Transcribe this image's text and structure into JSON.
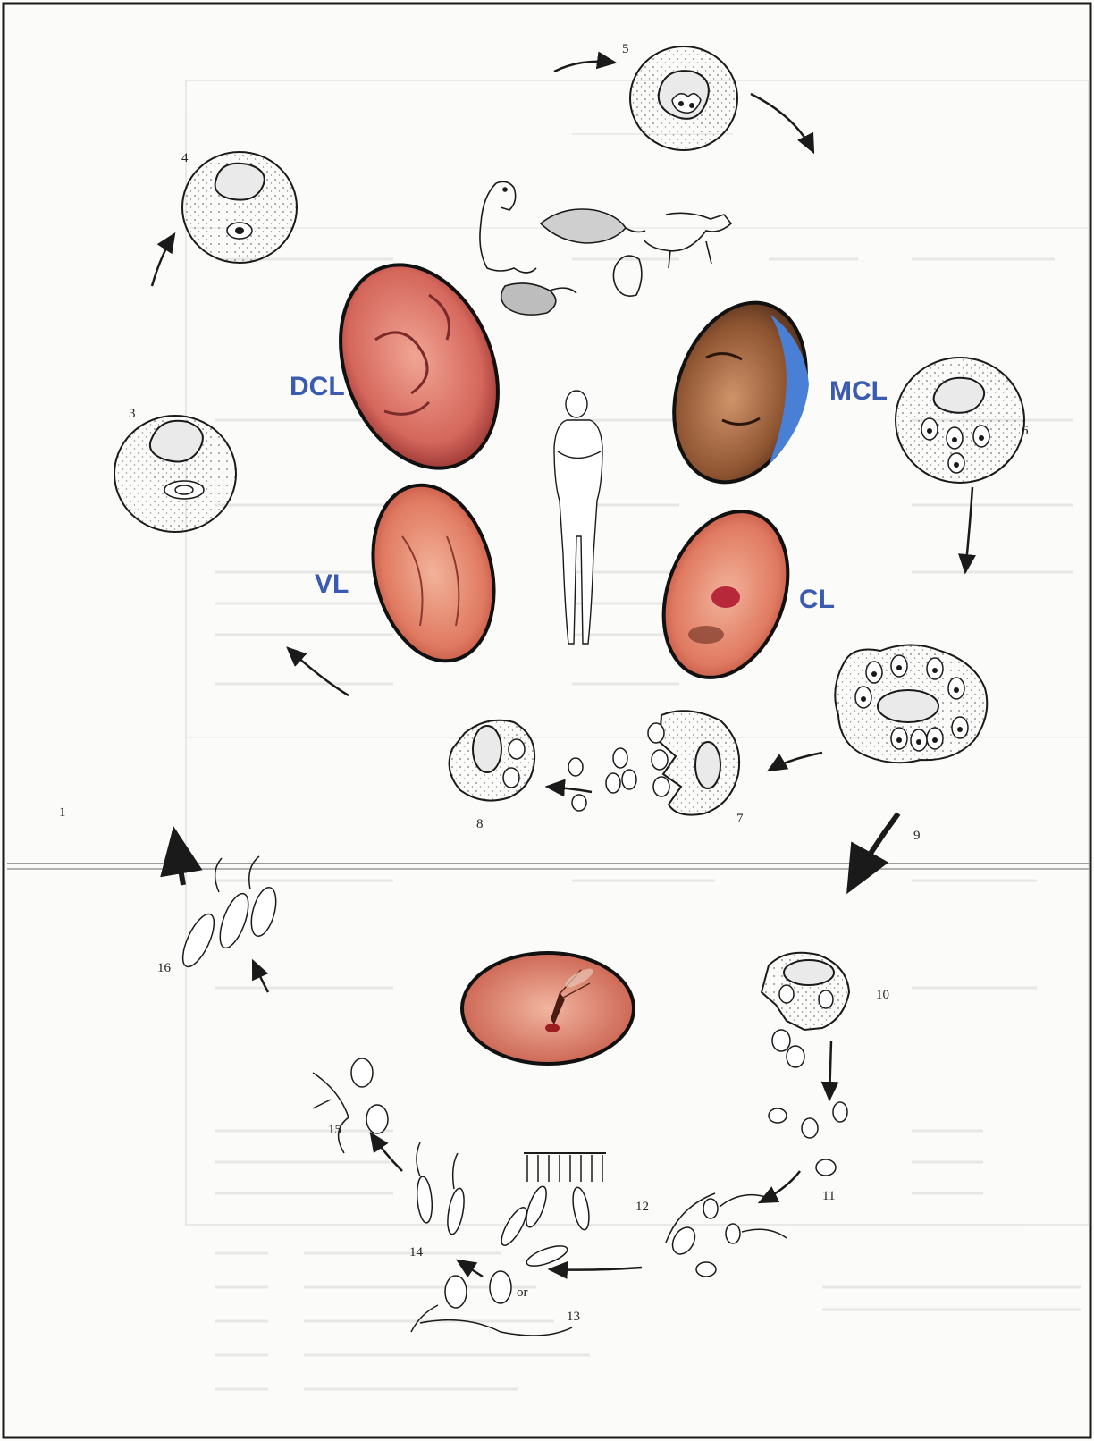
{
  "stage_labels": [
    "1",
    "3",
    "4",
    "5",
    "6",
    "7",
    "8",
    "9",
    "10",
    "11",
    "12",
    "13",
    "14",
    "15",
    "16"
  ],
  "or_label": "or",
  "clinical_forms": {
    "dcl": "DCL",
    "mcl": "MCL",
    "vl": "VL",
    "cl": "CL"
  },
  "colors": {
    "clinical_label": "#3a5bb0",
    "line": "#1a1a1a",
    "photo_skin": "#d9776b"
  },
  "icons": [
    "macrophage-icon",
    "amastigote-icon",
    "promastigote-icon",
    "reservoir-animals-icon",
    "human-figure-icon",
    "sandfly-photo-icon"
  ]
}
